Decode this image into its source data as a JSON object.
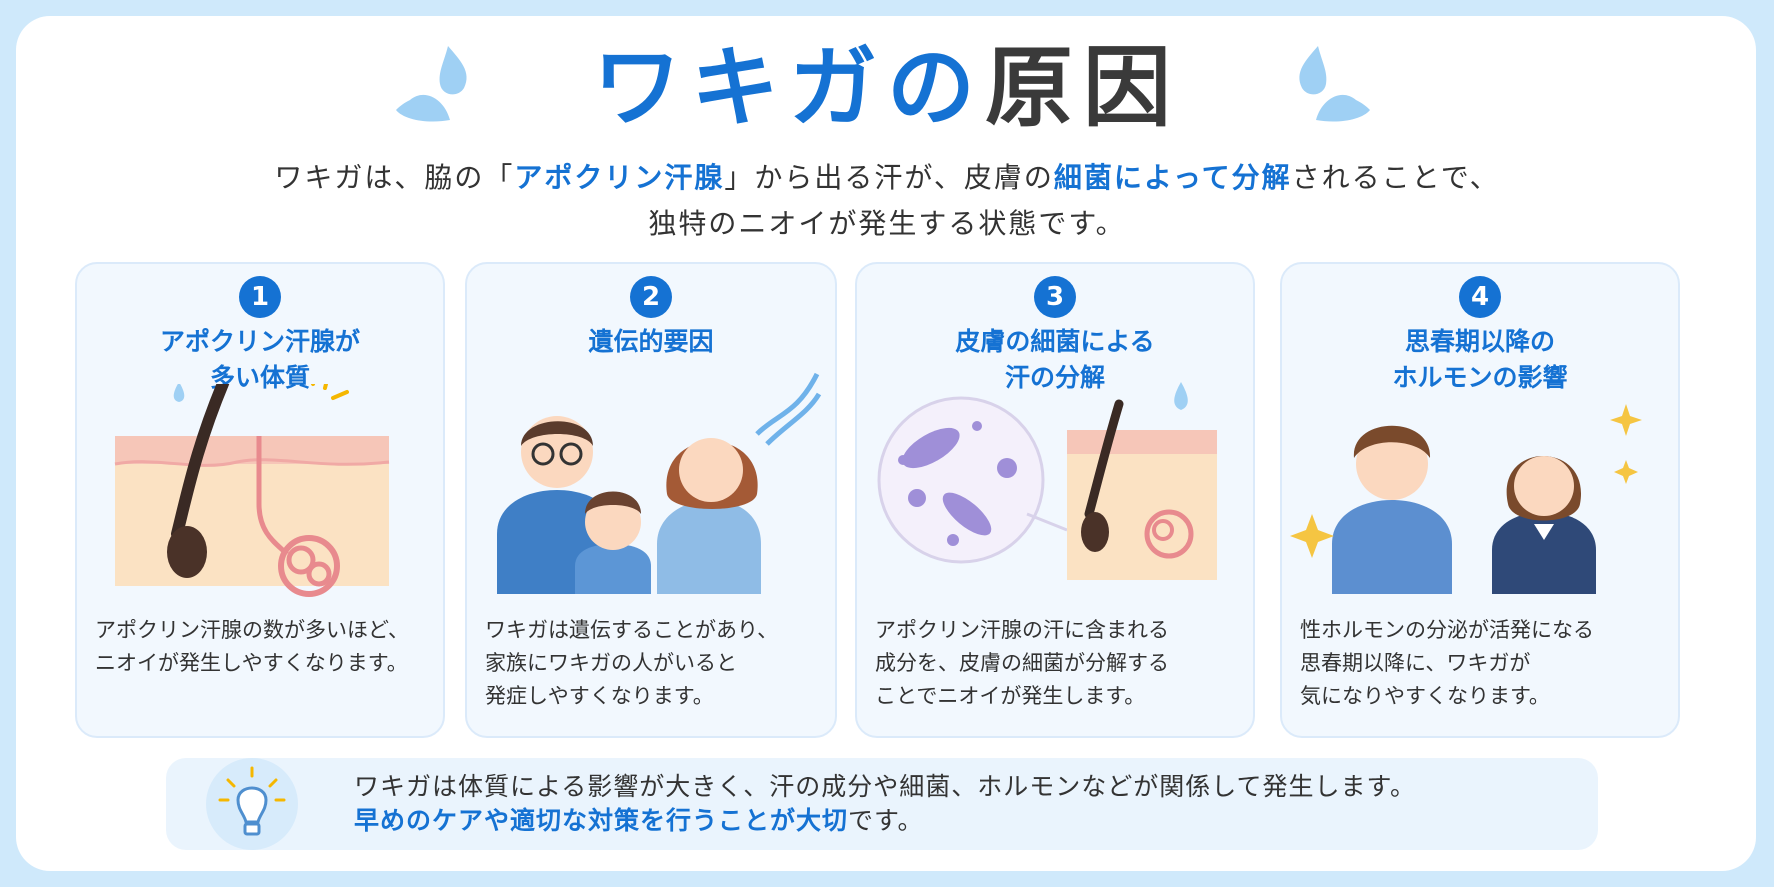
{
  "title": {
    "part1": "ワキガ",
    "part2": "の",
    "part3": "原因"
  },
  "intro": {
    "line1_a": "ワキガは、脇の「",
    "line1_b": "アポクリン汗腺",
    "line1_c": "」から出る汗が、皮膚の",
    "line1_d": "細菌によって分解",
    "line1_e": "されることで、",
    "line2": "独特のニオイが発生する状態です。"
  },
  "cards": [
    {
      "number": "1",
      "title_lines": [
        "アポクリン汗腺が",
        "多い体質"
      ],
      "desc_lines": [
        "アポクリン汗腺の数が多いほど、",
        "ニオイが発生しやすくなります。"
      ]
    },
    {
      "number": "2",
      "title_lines": [
        "遺伝的要因"
      ],
      "desc_lines": [
        "ワキガは遺伝することがあり、",
        "家族にワキガの人がいると",
        "発症しやすくなります。"
      ]
    },
    {
      "number": "3",
      "title_lines": [
        "皮膚の細菌による",
        "汗の分解"
      ],
      "desc_lines": [
        "アポクリン汗腺の汗に含まれる",
        "成分を、皮膚の細菌が分解する",
        "ことでニオイが発生します。"
      ]
    },
    {
      "number": "4",
      "title_lines": [
        "思春期以降の",
        "ホルモンの影響"
      ],
      "desc_lines": [
        "性ホルモンの分泌が活発になる",
        "思春期以降に、ワキガが",
        "気になりやすくなります。"
      ]
    }
  ],
  "footer": {
    "line1": "ワキガは体質による影響が大きく、汗の成分や細菌、ホルモンなどが関係して発生します。",
    "line2_a": "早めのケアや適切な対策を行うことが",
    "line2_b": "大切",
    "line2_c": "です。"
  },
  "colors": {
    "accent": "#1572d3",
    "background": "#cfe9fb",
    "card": "#f2f8fe",
    "skin": "#fbe2c3",
    "gland": "#e88a8e"
  },
  "icons": [
    "water-drop-icon",
    "dna-icon",
    "sparkle-icon",
    "lightbulb-icon",
    "bacteria-icon"
  ]
}
